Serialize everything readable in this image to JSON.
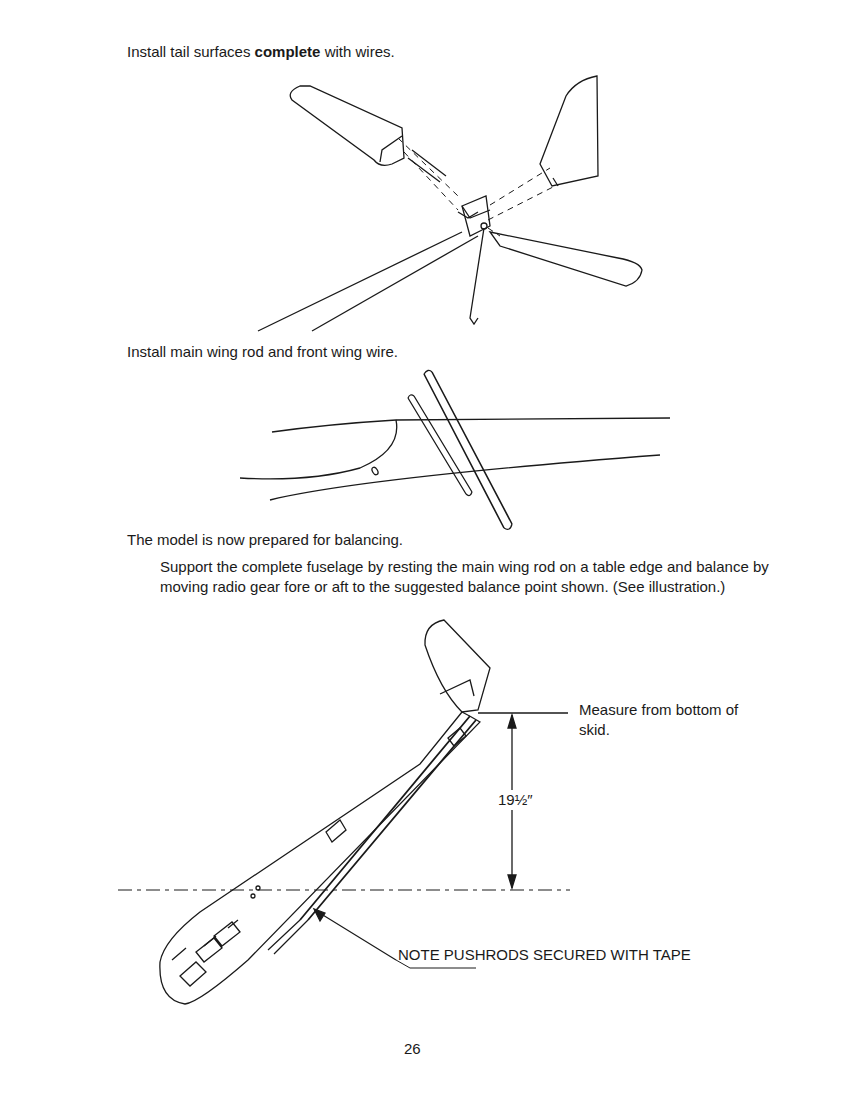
{
  "diagram": {
    "labels": [
      "Install tail surfaces",
      "complete",
      "with wires.",
      "Install main wing rod and front wing wire.",
      "The model is now prepared for balancing.",
      "Support the complete fuselage by resting the main wing rod on a table edge and balance by moving radio gear fore or aft to the suggested balance point shown. (See illustration.)",
      "Measure from bottom of skid.",
      "19½″",
      "NOTE PUSHRODS SECURED WITH TAPE",
      "26"
    ]
  }
}
